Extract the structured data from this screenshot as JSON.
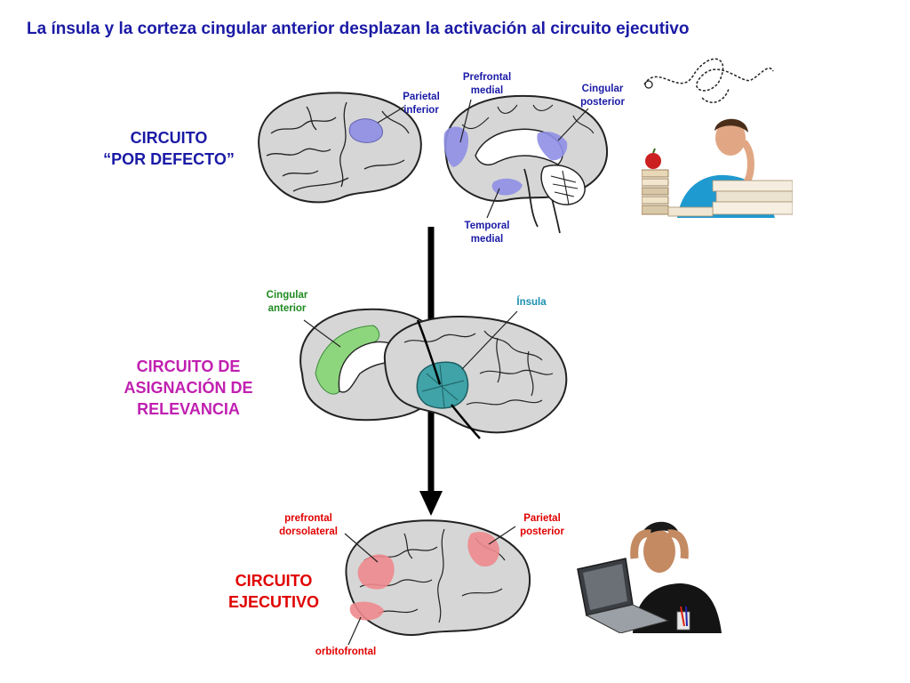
{
  "title": "La ínsula y la corteza cingular anterior desplazan la activación al circuito ejecutivo",
  "colors": {
    "title": "#1a1aa6",
    "default_network": "#1a1aa6",
    "salience_network": "#c020b0",
    "executive_network": "#e00000",
    "cingulate_anterior_label": "#1f8a1f",
    "insula_label": "#1b8fb0",
    "default_region": "#8f8fe6",
    "cingulate_region": "#8ed67e",
    "insula_region": "#3fa3a8",
    "executive_region": "#ee8a8e"
  },
  "default_circuit": {
    "line1": "CIRCUITO",
    "line2": "“POR DEFECTO”",
    "regions": {
      "parietal_inferior": [
        "Parietal",
        "inferior"
      ],
      "prefrontal_medial": [
        "Prefrontal",
        "medial"
      ],
      "cingular_posterior": [
        "Cingular",
        "posterior"
      ],
      "temporal_medial": [
        "Temporal",
        "medial"
      ]
    }
  },
  "salience_circuit": {
    "line1": "CIRCUITO DE",
    "line2": "ASIGNACIÓN DE",
    "line3": "RELEVANCIA",
    "regions": {
      "cingular_anterior": [
        "Cingular",
        "anterior"
      ],
      "insula": "Ínsula"
    }
  },
  "executive_circuit": {
    "line1": "CIRCUITO",
    "line2": "EJECUTIVO",
    "regions": {
      "prefrontal_dorsolateral": [
        "prefrontal",
        "dorsolateral"
      ],
      "parietal_posterior": [
        "Parietal",
        "posterior"
      ],
      "orbitofrontal": "orbitofrontal"
    }
  },
  "icons": {
    "daydreaming_student": "student-daydreaming-icon",
    "stressed_student": "student-stressed-laptop-icon",
    "thought_squiggle": "thought-squiggle-icon"
  }
}
